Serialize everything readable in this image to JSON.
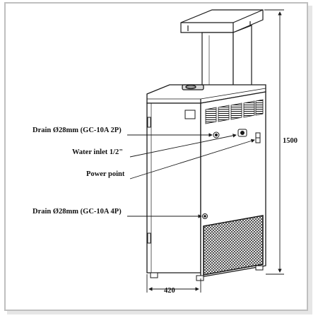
{
  "callouts": {
    "drain_top": "Drain Ø28mm (GC-10A 2P)",
    "water_inlet": "Water inlet 1/2\"",
    "power_point": "Power point",
    "drain_bottom": "Drain Ø28mm (GC-10A 4P)"
  },
  "dimensions": {
    "height": "1500",
    "width": "420"
  },
  "colors": {
    "line": "#1a1a1a",
    "frame": "#bfbfbf"
  }
}
